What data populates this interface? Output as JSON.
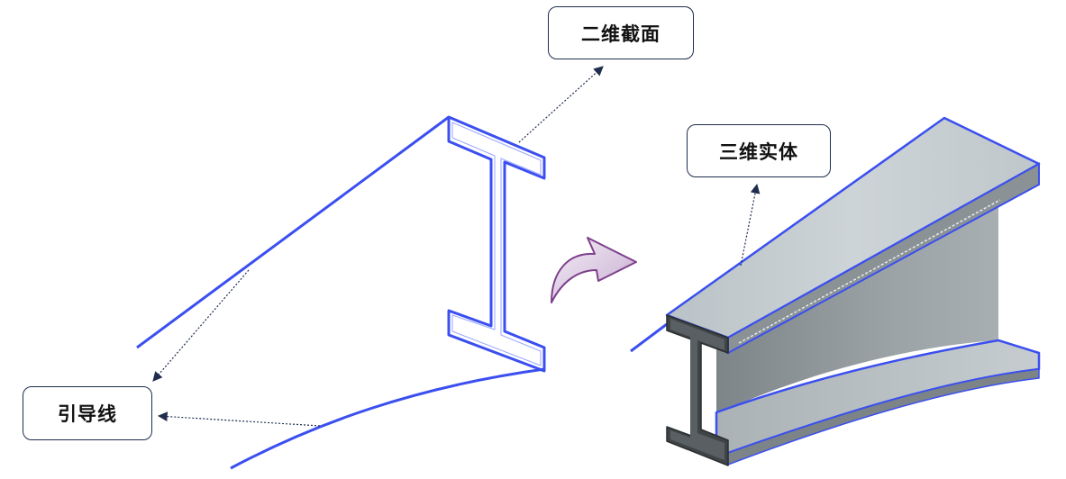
{
  "labels": {
    "section": "二维截面",
    "solid": "三维实体",
    "guide": "引导线"
  },
  "colors": {
    "outline": "#3b4ff0",
    "leader": "#1f2d4e",
    "arrow_purple": "#7d3f8c",
    "steel_top": "#c4ccd0",
    "steel_web": "#8d9598",
    "steel_dark": "#5a6063"
  }
}
